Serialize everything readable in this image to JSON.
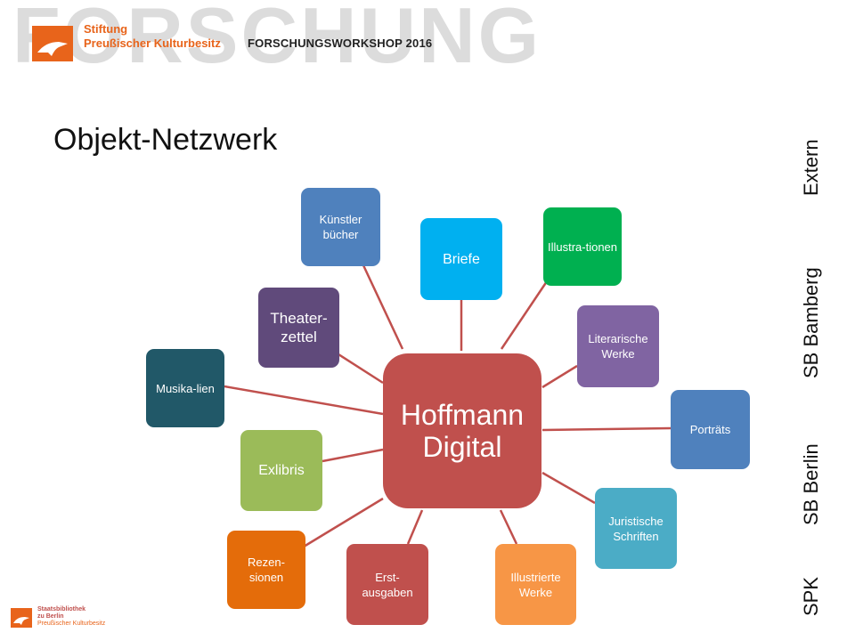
{
  "header": {
    "watermark": "FORSCHUNG",
    "org_line1": "Stiftung",
    "org_line2": "Preußischer Kulturbesitz",
    "workshop": "FORSCHUNGSWORKSHOP 2016"
  },
  "title": "Objekt-Netzwerk",
  "side_labels": [
    "Extern",
    "SB Bamberg",
    "SB Berlin",
    "SPK"
  ],
  "center": "Hoffmann Digital",
  "nodes": [
    {
      "label": "Künstler bücher",
      "color": "#4f81bd"
    },
    {
      "label": "Briefe",
      "color": "#00b0f0"
    },
    {
      "label": "Illustra-tionen",
      "color": "#00b050"
    },
    {
      "label": "Literarische Werke",
      "color": "#8064a2"
    },
    {
      "label": "Porträts",
      "color": "#4f81bd"
    },
    {
      "label": "Juristische Schriften",
      "color": "#4bacc6"
    },
    {
      "label": "Illustrierte Werke",
      "color": "#f79646"
    },
    {
      "label": "Erst-ausgaben",
      "color": "#c0504d"
    },
    {
      "label": "Rezen-sionen",
      "color": "#e46c0a"
    },
    {
      "label": "Exlibris",
      "color": "#9bbb59"
    },
    {
      "label": "Musika-lien",
      "color": "#215868"
    },
    {
      "label": "Theater-zettel",
      "color": "#604a7b"
    }
  ],
  "footer": {
    "line1": "Staatsbibliothek",
    "line2": "zu Berlin",
    "line3": "Preußischer Kulturbesitz"
  },
  "connector_color": "#c0504d"
}
